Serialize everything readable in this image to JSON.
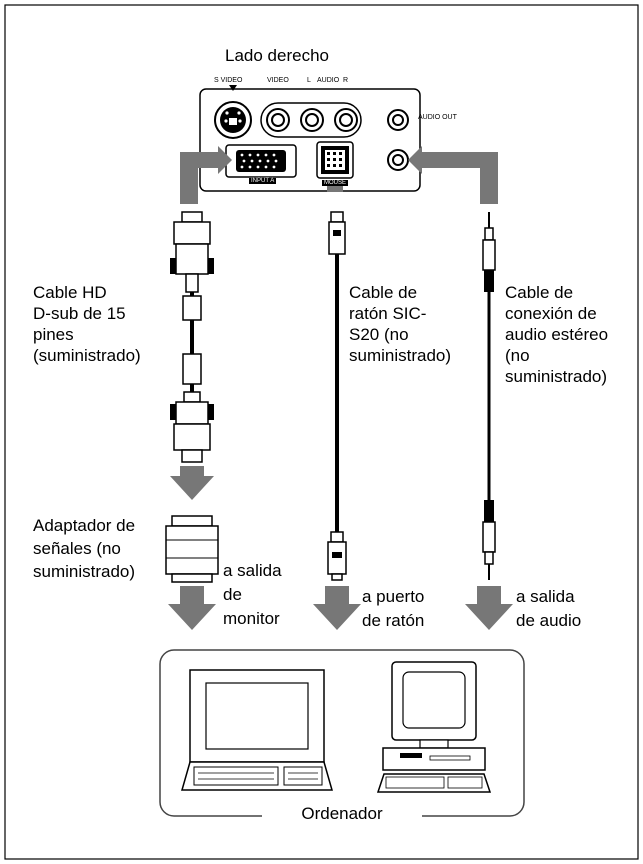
{
  "panel": {
    "title": "Lado derecho",
    "labels": {
      "s_video": "S VIDEO",
      "video": "VIDEO",
      "l": "L",
      "audio": "AUDIO",
      "r": "R",
      "audio_out": "AUDIO OUT",
      "input_a": "INPUT A",
      "mouse": "MOUSE"
    }
  },
  "cables": {
    "hd": [
      "Cable HD",
      "D-sub de 15",
      "pines",
      "(suministrado)"
    ],
    "mouse": [
      "Cable de",
      "ratón SIC-",
      "S20 (no",
      "suministrado)"
    ],
    "audio": [
      "Cable de",
      "conexión de",
      "audio estéreo",
      "(no",
      "suministrado)"
    ]
  },
  "adapter": [
    "Adaptador de",
    "señales (no",
    "suministrado)"
  ],
  "outputs": {
    "monitor": [
      "a salida",
      "de",
      "monitor"
    ],
    "mouse_port": [
      "a puerto",
      "de ratón"
    ],
    "audio_out": [
      "a salida",
      "de audio"
    ]
  },
  "computer_label": "Ordenador",
  "colors": {
    "arrow": "#777777",
    "line": "#000000"
  }
}
